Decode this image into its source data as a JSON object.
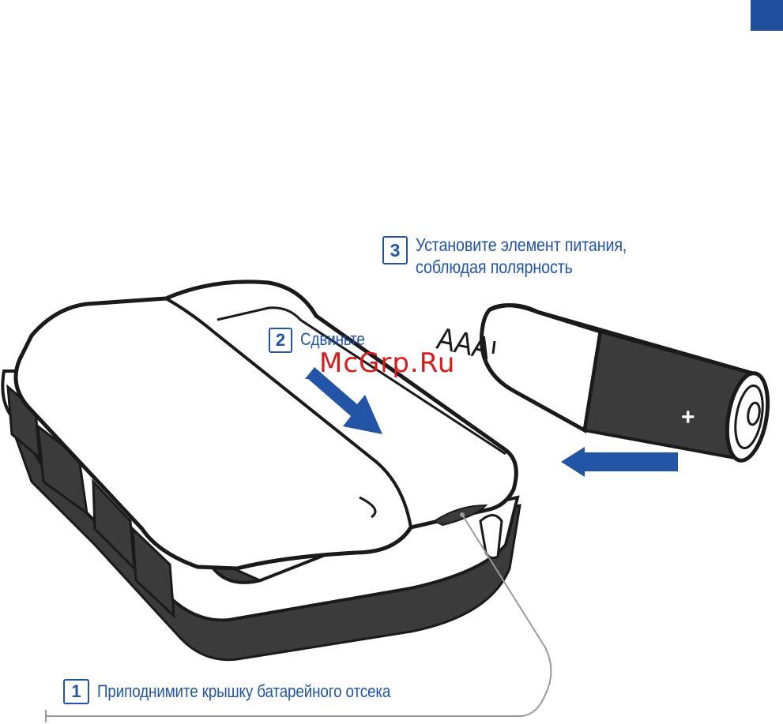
{
  "steps": [
    {
      "number": "1",
      "text": "Приподнимите крышку батарейного отсека"
    },
    {
      "number": "2",
      "text": "Сдвиньте"
    },
    {
      "number": "3",
      "lines": [
        "Установите элемент питания,",
        "соблюдая полярность"
      ]
    }
  ],
  "battery": {
    "type_label": "AAA",
    "polarity_mark": "+"
  },
  "watermark": "McGrp.Ru",
  "colors": {
    "accent": "#2355a6",
    "corner_tab": "#1f4e9c",
    "dark_fill": "#3a3a3a",
    "watermark": "#d81b1b"
  }
}
